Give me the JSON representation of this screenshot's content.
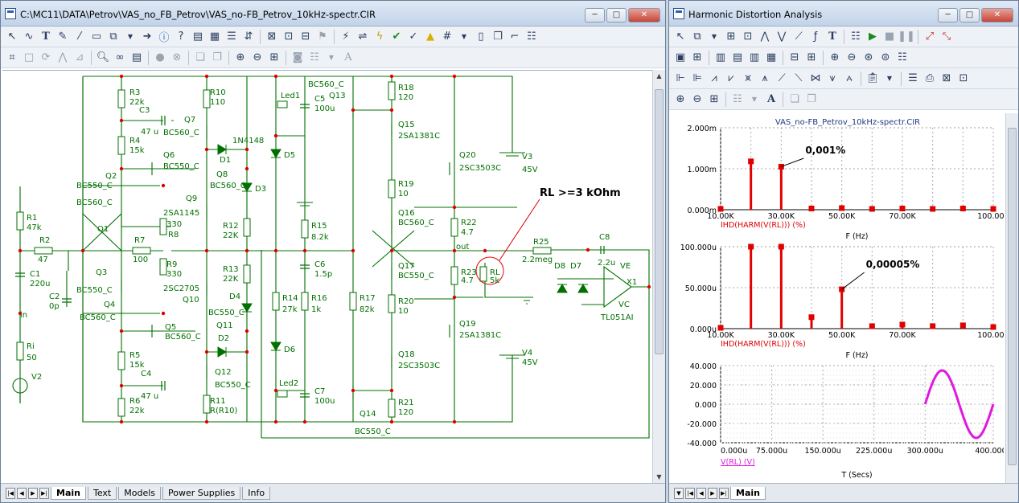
{
  "schematic_window": {
    "title": "C:\\MC11\\DATA\\Petrov\\VAS_no_FB_Petrov\\VAS_no-FB_Petrov_10kHz-spectr.CIR",
    "buttons": {
      "minimize": "─",
      "maximize": "□",
      "close": "✕"
    },
    "tabs": [
      "Main",
      "Text",
      "Models",
      "Power Supplies",
      "Info"
    ],
    "active_tab": "Main",
    "annotation": "RL >=3 kOhm",
    "components": {
      "R3": [
        "R3",
        "22k"
      ],
      "C3": [
        "C3",
        "47 u"
      ],
      "R4": [
        "R4",
        "15k"
      ],
      "Q7": [
        "Q7",
        "BC560_C"
      ],
      "R10": [
        "R10",
        "110"
      ],
      "D1": [
        "1N4148",
        "D1"
      ],
      "Led1": "Led1",
      "C5": [
        "C5",
        "100u"
      ],
      "BC560_C_top": "BC560_C",
      "Q13": "Q13",
      "D5": "D5",
      "R18": [
        "R18",
        "120"
      ],
      "Q15": [
        "Q15",
        "2SA1381C"
      ],
      "Q20": [
        "Q20",
        "2SC3503C"
      ],
      "V3": [
        "V3",
        "45V"
      ],
      "Q6": [
        "Q6",
        "BC550_C"
      ],
      "Q2": [
        "Q2",
        "BC550_C"
      ],
      "Q8": [
        "Q8",
        "BC560_C"
      ],
      "D3": "D3",
      "R19": [
        "R19",
        "10"
      ],
      "BC560_C_q2": "BC560_C",
      "R1": [
        "R1",
        "47k"
      ],
      "Q9": [
        "Q9",
        "2SA1145"
      ],
      "R330a": "330",
      "R8": "R8",
      "R12": [
        "R12",
        "22K"
      ],
      "R15": [
        "R15",
        "8.2k"
      ],
      "Q16": [
        "Q16",
        "BC560_C"
      ],
      "R22": [
        "R22",
        "4.7"
      ],
      "Q1": "Q1",
      "R2": [
        "R2",
        "47"
      ],
      "R7": [
        "R7",
        "100"
      ],
      "out": "out",
      "RL": [
        "RL",
        "5k"
      ],
      "R25": [
        "R25",
        "2.2meg"
      ],
      "C8": [
        "C8",
        "2.2u"
      ],
      "R9": [
        "R9",
        "330"
      ],
      "C6": [
        "C6",
        "1.5p"
      ],
      "C1": [
        "C1",
        "220u"
      ],
      "Q3": [
        "Q3",
        "BC550_C"
      ],
      "R13": [
        "R13",
        "22K"
      ],
      "Q17": [
        "Q17",
        "BC550_C"
      ],
      "R23": [
        "R23",
        "4.7"
      ],
      "D8": "D8",
      "D7": "D7",
      "VE": "VE",
      "X1": "X1",
      "Q10": [
        "2SC2705",
        "Q10"
      ],
      "C2": [
        "C2",
        "0p"
      ],
      "R14": [
        "R14",
        "27k"
      ],
      "R16": [
        "R16",
        "1k"
      ],
      "R17": [
        "R17",
        "82k"
      ],
      "R20": [
        "R20",
        "10"
      ],
      "VC": "VC",
      "TL051AI": "TL051AI",
      "in": "in",
      "Q4": [
        "Q4",
        "BC560_C"
      ],
      "D4": [
        "D4",
        "BC550_C"
      ],
      "Q5": [
        "Q5",
        "BC560_C"
      ],
      "Q11": "Q11",
      "Q19": [
        "Q19",
        "2SA1381C"
      ],
      "Ri": [
        "Ri",
        "50"
      ],
      "D2": "D2",
      "D6": "D6",
      "V4": [
        "V4",
        "45V"
      ],
      "R5": [
        "R5",
        "15k"
      ],
      "Q18": [
        "Q18",
        "2SC3503C"
      ],
      "V2": "V2",
      "C4": [
        "C4",
        "47 u"
      ],
      "Q12": [
        "Q12",
        "BC550_C"
      ],
      "Led2": "Led2",
      "C7": [
        "C7",
        "100u"
      ],
      "R6": [
        "R6",
        "22k"
      ],
      "R11": [
        "R11",
        "R(R10)"
      ],
      "R21": [
        "R21",
        "120"
      ],
      "Q14": "Q14",
      "BC550_C_bottom": "BC550_C"
    }
  },
  "analysis_window": {
    "title": "Harmonic Distortion Analysis",
    "buttons": {
      "minimize": "─",
      "maximize": "□",
      "close": "✕"
    },
    "tabs": [
      "Main"
    ],
    "plot_title": "VAS_no-FB_Petrov_10kHz-spectr.CIR",
    "plot1_annotation": "0,001%",
    "plot2_annotation": "0,00005%",
    "colors": {
      "trace_red": "#e00000",
      "trace_magenta": "#e018e0",
      "axis_label_red": "#e00000"
    }
  },
  "chart_data": [
    {
      "type": "bar",
      "ylabel": "IHD(HARM(V(RL))) (%)",
      "xlabel": "F (Hz)",
      "x_ticks": [
        "10.00K",
        "30.00K",
        "50.00K",
        "70.00K",
        "100.00K"
      ],
      "y_ticks": [
        "2.000m",
        "1.000m",
        "0.000m"
      ],
      "xlim": [
        10000,
        100000
      ],
      "ylim": [
        0,
        0.002
      ],
      "x": [
        10000,
        20000,
        30000,
        40000,
        50000,
        60000,
        70000,
        80000,
        90000,
        100000
      ],
      "values": [
        2e-05,
        0.00118,
        0.00105,
        3e-05,
        4e-05,
        2e-05,
        3e-05,
        2e-05,
        3e-05,
        2e-05
      ]
    },
    {
      "type": "bar",
      "ylabel": "IHD(HARM(V(RL))) (%)",
      "xlabel": "F (Hz)",
      "x_ticks": [
        "10.00K",
        "30.00K",
        "50.00K",
        "70.00K",
        "100.00K"
      ],
      "y_ticks": [
        "100.000u",
        "50.000u",
        "0.000u"
      ],
      "xlim": [
        10000,
        100000
      ],
      "ylim": [
        0,
        0.0001
      ],
      "x": [
        10000,
        20000,
        30000,
        40000,
        50000,
        60000,
        70000,
        80000,
        90000,
        100000
      ],
      "values": [
        1e-06,
        0.0001,
        0.0001,
        1.4e-05,
        4.8e-05,
        3e-06,
        5e-06,
        3e-06,
        4e-06,
        2e-06
      ]
    },
    {
      "type": "line",
      "ylabel": "V(RL) (V)",
      "xlabel": "T (Secs)",
      "x_ticks": [
        "0.000u",
        "75.000u",
        "150.000u",
        "225.000u",
        "300.000u",
        "400.000u"
      ],
      "y_ticks": [
        "40.000",
        "20.000",
        "0.000",
        "-20.000",
        "-40.000"
      ],
      "xlim": [
        0,
        0.0004
      ],
      "ylim": [
        -40,
        40
      ],
      "series": [
        {
          "name": "V(RL) (V)",
          "amplitude": 35,
          "frequency": 10000,
          "t_start": 0.0003,
          "t_end": 0.0004
        }
      ]
    }
  ]
}
